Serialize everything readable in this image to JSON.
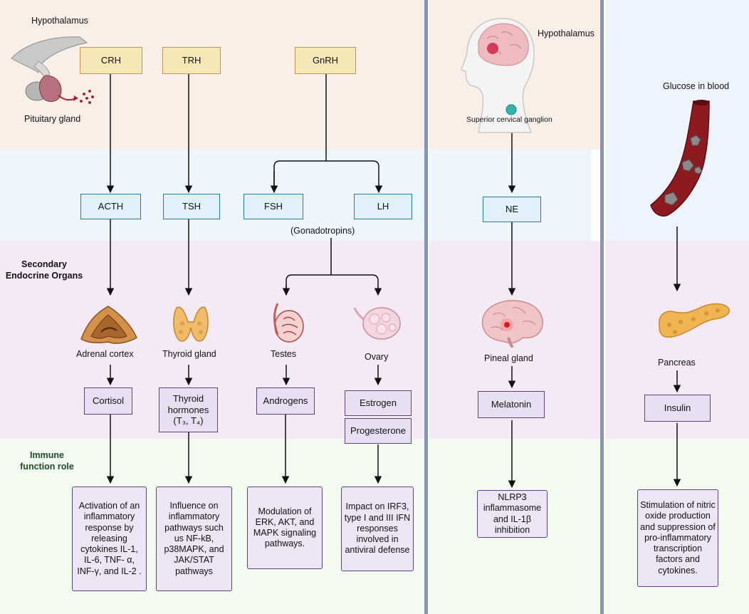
{
  "left_panel": {
    "hypothalamus": "Hypothalamus",
    "pituitary": "Pituitary gland",
    "secondary_organs": "Secondary\nEndocrine Organs",
    "immune_role": "Immune\nfunction role",
    "hormones": [
      "CRH",
      "TRH",
      "GnRH"
    ],
    "tropic": [
      "ACTH",
      "TSH",
      "FSH",
      "LH"
    ],
    "gonadotropins": "(Gonadotropins)",
    "organs": [
      "Adrenal cortex",
      "Thyroid gland",
      "Testes",
      "Ovary"
    ],
    "products": {
      "cortisol": "Cortisol",
      "thyroid": "Thyroid\nhormones\n(T₃, T₄)",
      "androgens": "Androgens",
      "estrogen": "Estrogen",
      "progesterone": "Progesterone"
    },
    "roles": [
      "Activation of an inflammatory response by releasing cytokines IL-1, IL-6,  TNF- α, INF-γ, and IL-2 .",
      "Influence on inflammatory pathways such us NF-kB, p38MAPK, and JAK/STAT pathways",
      "Modulation of ERK, AKT, and MAPK signaling pathways.",
      "Impact on IRF3, type I and III IFN responses involved in antiviral defense"
    ]
  },
  "middle_panel": {
    "hypothalamus": "Hypothalamus",
    "ganglion": "Superior cervical ganglion",
    "ne": "NE",
    "organ": "Pineal gland",
    "product": "Melatonin",
    "role": "NLRP3 inflammasome and IL-1β inhibition"
  },
  "right_panel": {
    "glucose": "Glucose in blood",
    "organ": "Pancreas",
    "product": "Insulin",
    "role": "Stimulation of nitric oxide production and suppression of pro-inflammatory transcription factors and cytokines."
  },
  "colors": {
    "band_hypothalamus": "#f9efe6",
    "band_pituitary": "#eef6fd",
    "band_organs": "#f3eaf5",
    "band_immune": "#f3fbf1",
    "hormone_box": "#f6e7b6",
    "tropic_box": "#e1f1fb",
    "product_box": "#e8e0f2",
    "divider": "#8694b5"
  }
}
